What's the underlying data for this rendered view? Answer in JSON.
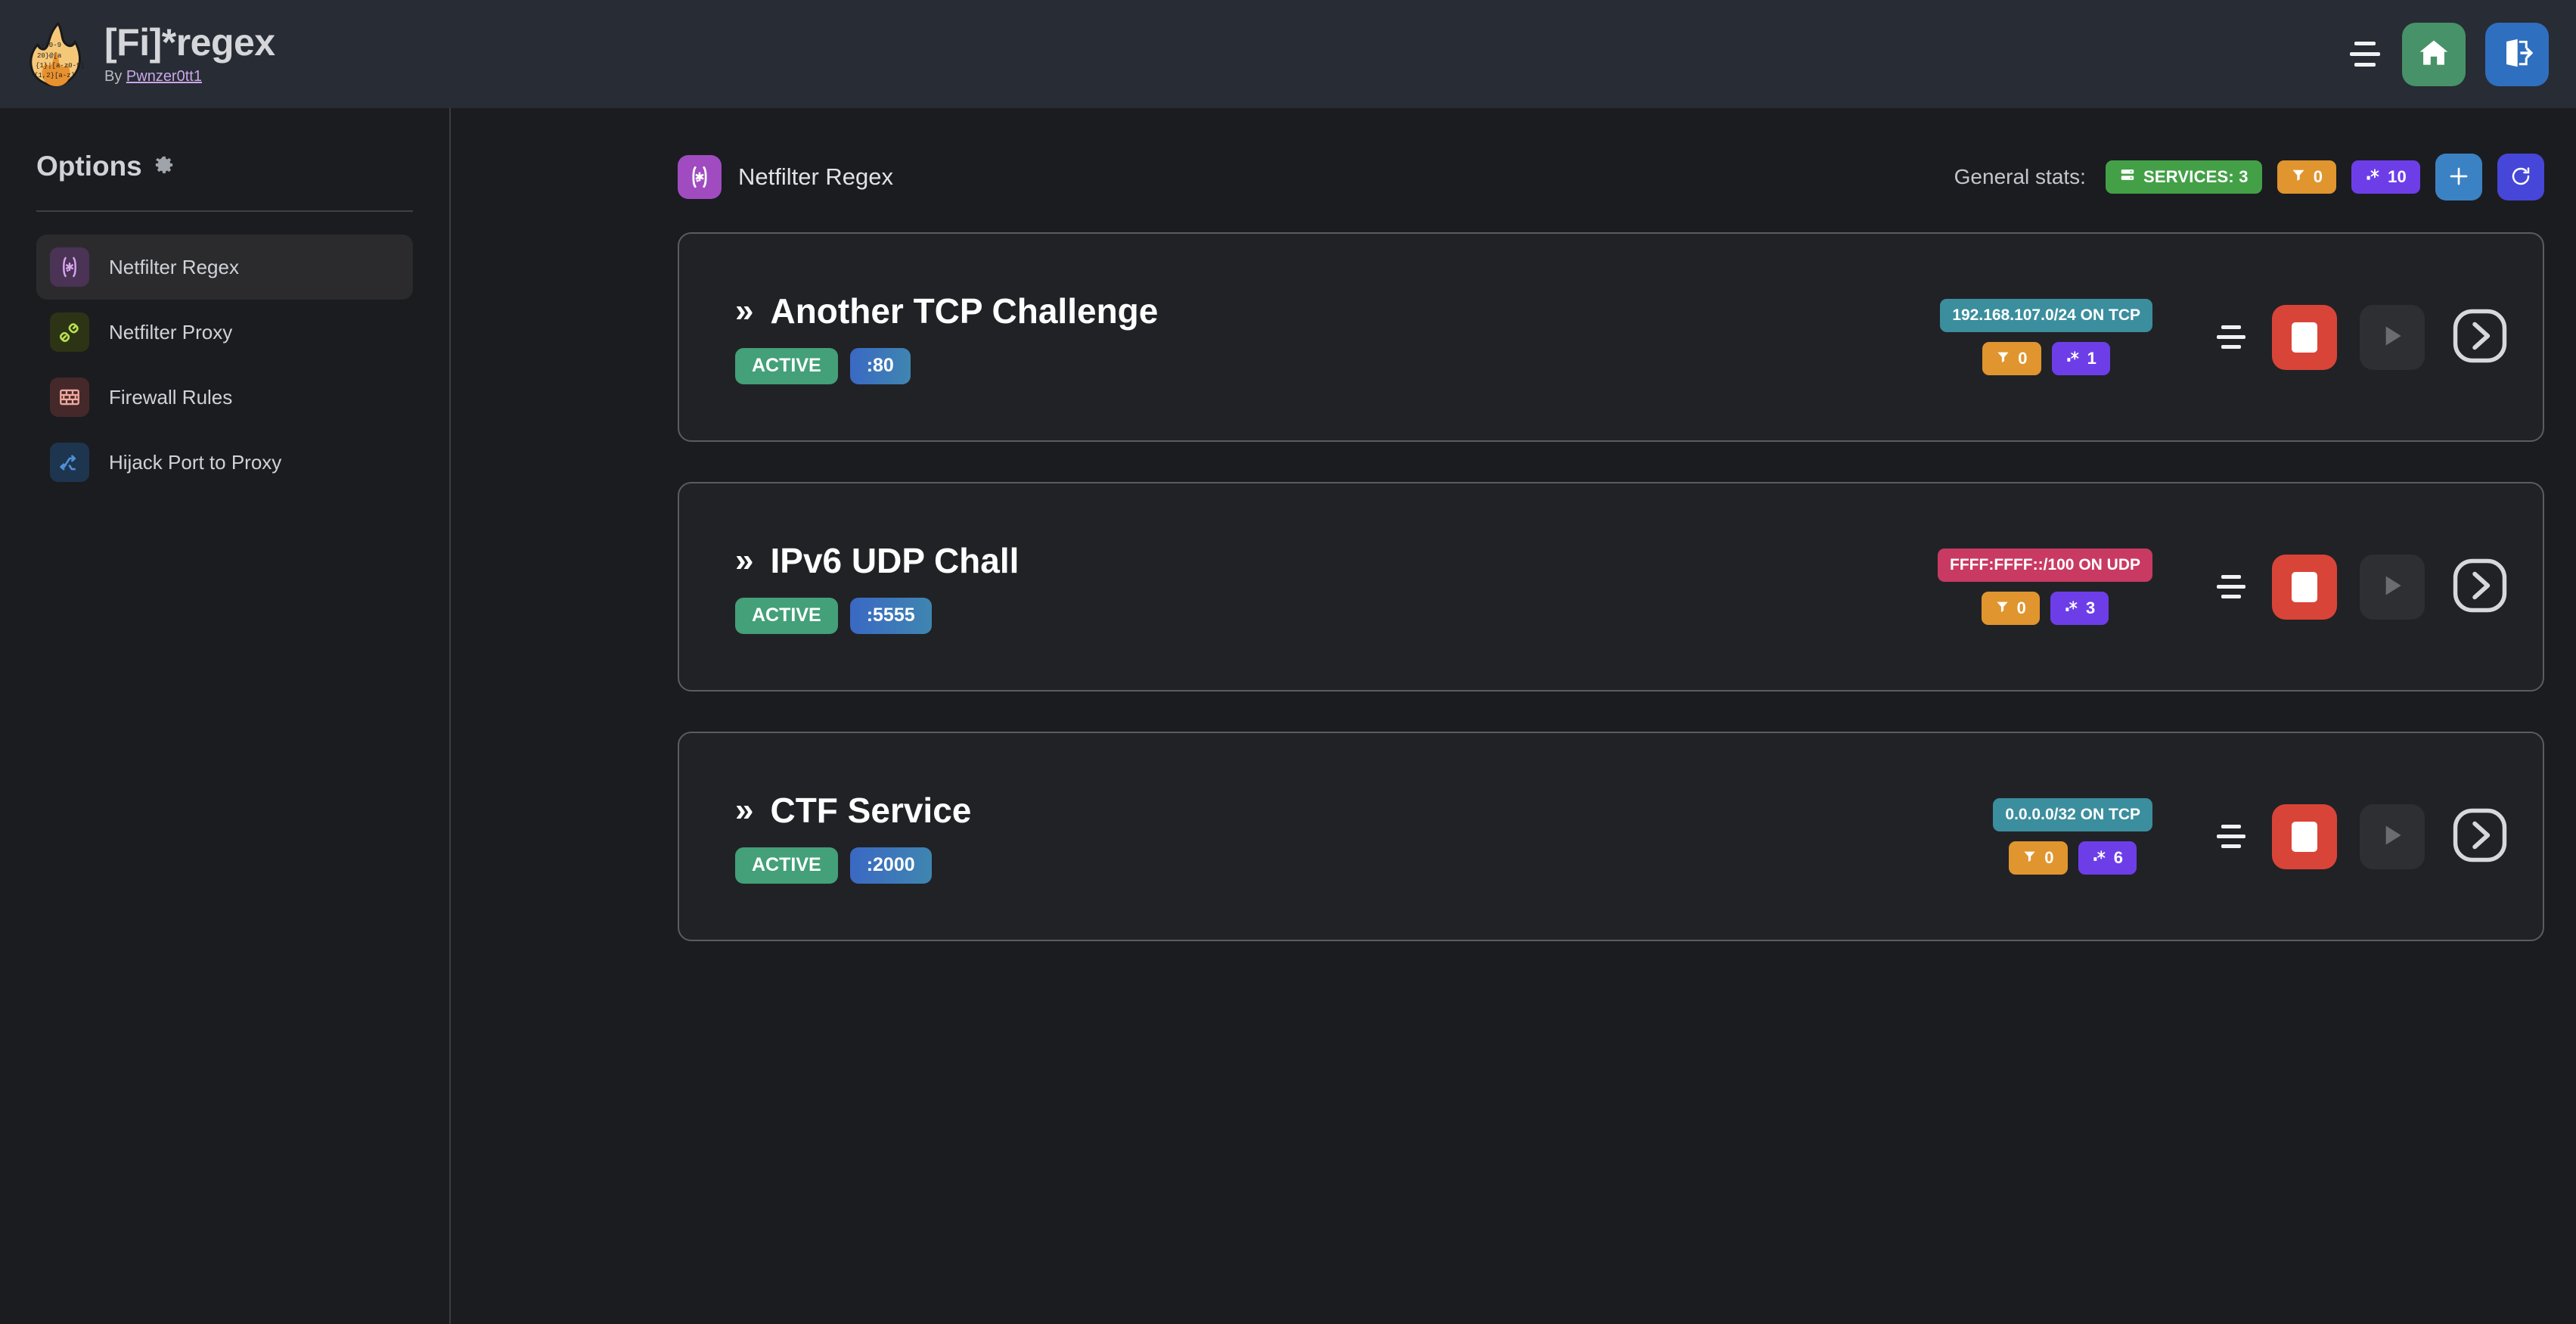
{
  "header": {
    "logo_icon": "flame-regex-logo",
    "title": "[Fi]*regex",
    "byline_prefix": "By ",
    "author": "Pwnzer0tt1",
    "menu_icon": "hamburger-icon",
    "home_icon": "home-icon",
    "logout_icon": "logout-icon",
    "colors": {
      "bar_bg": "#282c34",
      "home_btn": "#479268",
      "logout_btn": "#2f6fc0"
    }
  },
  "sidebar": {
    "title": "Options",
    "gear_icon": "gear-icon",
    "items": [
      {
        "label": "Netfilter Regex",
        "icon": "regex-icon",
        "active": true
      },
      {
        "label": "Netfilter Proxy",
        "icon": "plug-icon",
        "active": false
      },
      {
        "label": "Firewall Rules",
        "icon": "brick-wall-icon",
        "active": false
      },
      {
        "label": "Hijack Port to Proxy",
        "icon": "shuffle-icon",
        "active": false
      }
    ]
  },
  "main": {
    "section_icon": "regex-icon",
    "section_title": "Netfilter Regex",
    "stats_label": "General stats:",
    "stats": [
      {
        "name": "services",
        "icon": "server-icon",
        "text": "SERVICES: 3",
        "color": "#43a047"
      },
      {
        "name": "filters",
        "icon": "funnel-icon",
        "text": "0",
        "color": "#e0952f"
      },
      {
        "name": "regexes",
        "icon": "regex-dot-star-icon",
        "text": "10",
        "color": "#6d3ee8"
      }
    ],
    "add_button": {
      "icon": "plus-icon",
      "color": "#3b82c4"
    },
    "refresh_button": {
      "icon": "refresh-icon",
      "color": "#4646d8"
    }
  },
  "services": [
    {
      "chevron": "»",
      "name": "Another TCP Challenge",
      "status": "ACTIVE",
      "port": ":80",
      "network": "192.168.107.0/24 ON TCP",
      "network_proto": "tcp",
      "filters": "0",
      "regexes": "1",
      "sort_icon": "sort-icon",
      "stop_icon": "stop-icon",
      "play_icon": "play-icon",
      "open_icon": "chevron-right-icon"
    },
    {
      "chevron": "»",
      "name": "IPv6 UDP Chall",
      "status": "ACTIVE",
      "port": ":5555",
      "network": "FFFF:FFFF::/100 ON UDP",
      "network_proto": "udp",
      "filters": "0",
      "regexes": "3",
      "sort_icon": "sort-icon",
      "stop_icon": "stop-icon",
      "play_icon": "play-icon",
      "open_icon": "chevron-right-icon"
    },
    {
      "chevron": "»",
      "name": "CTF Service",
      "status": "ACTIVE",
      "port": ":2000",
      "network": "0.0.0.0/32 ON TCP",
      "network_proto": "tcp",
      "filters": "0",
      "regexes": "6",
      "sort_icon": "sort-icon",
      "stop_icon": "stop-icon",
      "play_icon": "play-icon",
      "open_icon": "chevron-right-icon"
    }
  ]
}
